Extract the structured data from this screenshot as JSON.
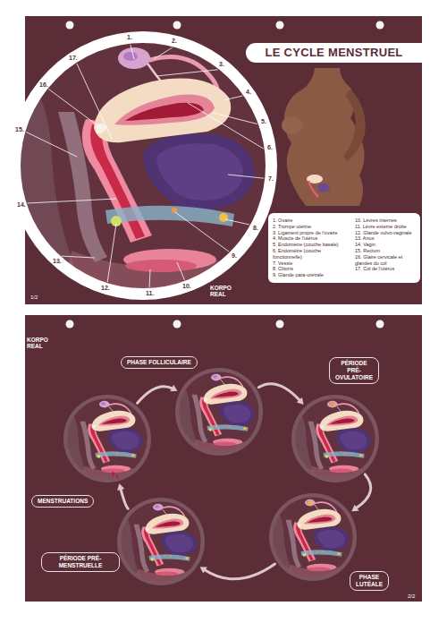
{
  "diagram": {
    "title": "LE CYCLE MENSTRUEL",
    "nodes": [
      {
        "text": [
          "1. Ovaire",
          "2. Trompe utérine",
          "3. Ligament propre de l'ovaire",
          "4. Muscle de l'utérus",
          "5. Endomètre (couche basale)",
          "6. Endomètre (couche fonctionnelle)",
          "7. Vessie",
          "8. Clitoris",
          "9. Glande para-urétrale",
          "10. Lèvres internes",
          "11. Lèvre externe droite",
          "12. Glande vulvo-vaginale",
          "13. Anus",
          "14. Vagin",
          "15. Rectum",
          "16. Glaire cervicale et glandes du col",
          "17. Col de l'utérus"
        ]
      },
      {
        "text": [
          "PHASE FOLLICULAIRE"
        ]
      },
      {
        "text": [
          "PÉRIODE PRÉ-OVULATOIRE"
        ]
      },
      {
        "text": [
          "PHASE LUTÉALE"
        ]
      },
      {
        "text": [
          "PÉRIODE PRÉ-MENSTRUELLE"
        ]
      },
      {
        "text": [
          "MENSTRUATIONS"
        ]
      }
    ],
    "edges": [
      {
        "from": 1,
        "to": 2,
        "arrow": "to"
      },
      {
        "from": 2,
        "to": 3,
        "arrow": "to"
      },
      {
        "from": 3,
        "to": 4,
        "arrow": "to"
      },
      {
        "from": 4,
        "to": 5,
        "arrow": "to"
      },
      {
        "from": 5,
        "to": 1,
        "arrow": "to"
      }
    ],
    "labels": [
      "1.",
      "2.",
      "3.",
      "4.",
      "5.",
      "6.",
      "7.",
      "8.",
      "9.",
      "10.",
      "11.",
      "12.",
      "13.",
      "14.",
      "15.",
      "16.",
      "17.",
      "KORPO REAL",
      "1/2",
      "KORPO REAL",
      "2/2"
    ]
  }
}
